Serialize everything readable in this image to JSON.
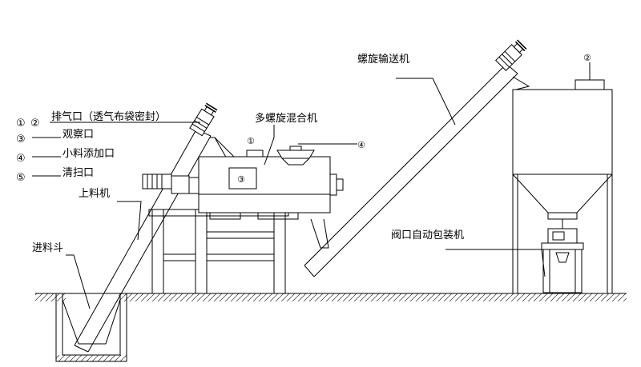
{
  "legend": [
    {
      "marker_a": "①",
      "marker_b": "②",
      "text": "排气口（透气布袋密封）"
    },
    {
      "marker": "③",
      "text": "观察口"
    },
    {
      "marker": "④",
      "text": "小料添加口"
    },
    {
      "marker": "⑤",
      "text": "清扫口"
    }
  ],
  "labels": {
    "loader": "上料机",
    "hopper": "进料斗",
    "mixer": "多螺旋混合机",
    "screw_conveyor": "螺旋输送机",
    "packer": "阀口自动包装机"
  },
  "markers": {
    "mixer_vent": "①",
    "mixer_window": "③",
    "mixer_additive": "④",
    "silo_vent": "②"
  }
}
